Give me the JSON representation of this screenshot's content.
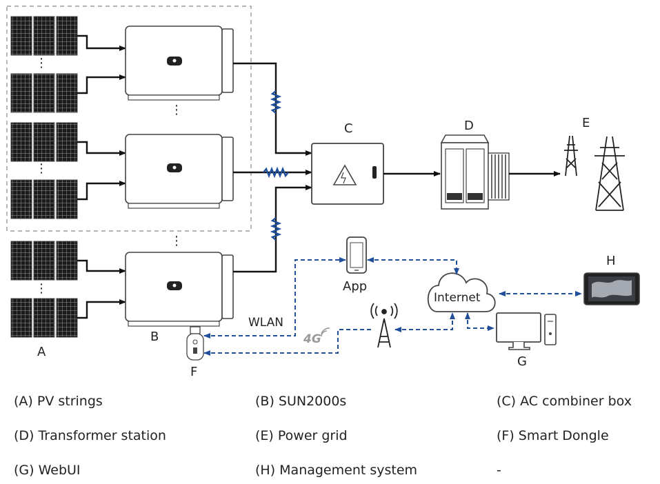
{
  "labels": {
    "A": "A",
    "B": "B",
    "C": "C",
    "D": "D",
    "E": "E",
    "F": "F",
    "G": "G",
    "H": "H",
    "app": "App",
    "internet": "Internet",
    "wlan": "WLAN",
    "fourg": "4G"
  },
  "legend": [
    [
      "(A) PV strings",
      "(B) SUN2000s",
      "(C) AC combiner box"
    ],
    [
      "(D) Transformer station",
      "(E) Power grid",
      "(F) Smart Dongle"
    ],
    [
      "(G) WebUI",
      "(H) Management system",
      "-"
    ]
  ],
  "colors": {
    "line": "#111111",
    "comm_dashed": "#1f4e9a",
    "outline": "#444444"
  }
}
